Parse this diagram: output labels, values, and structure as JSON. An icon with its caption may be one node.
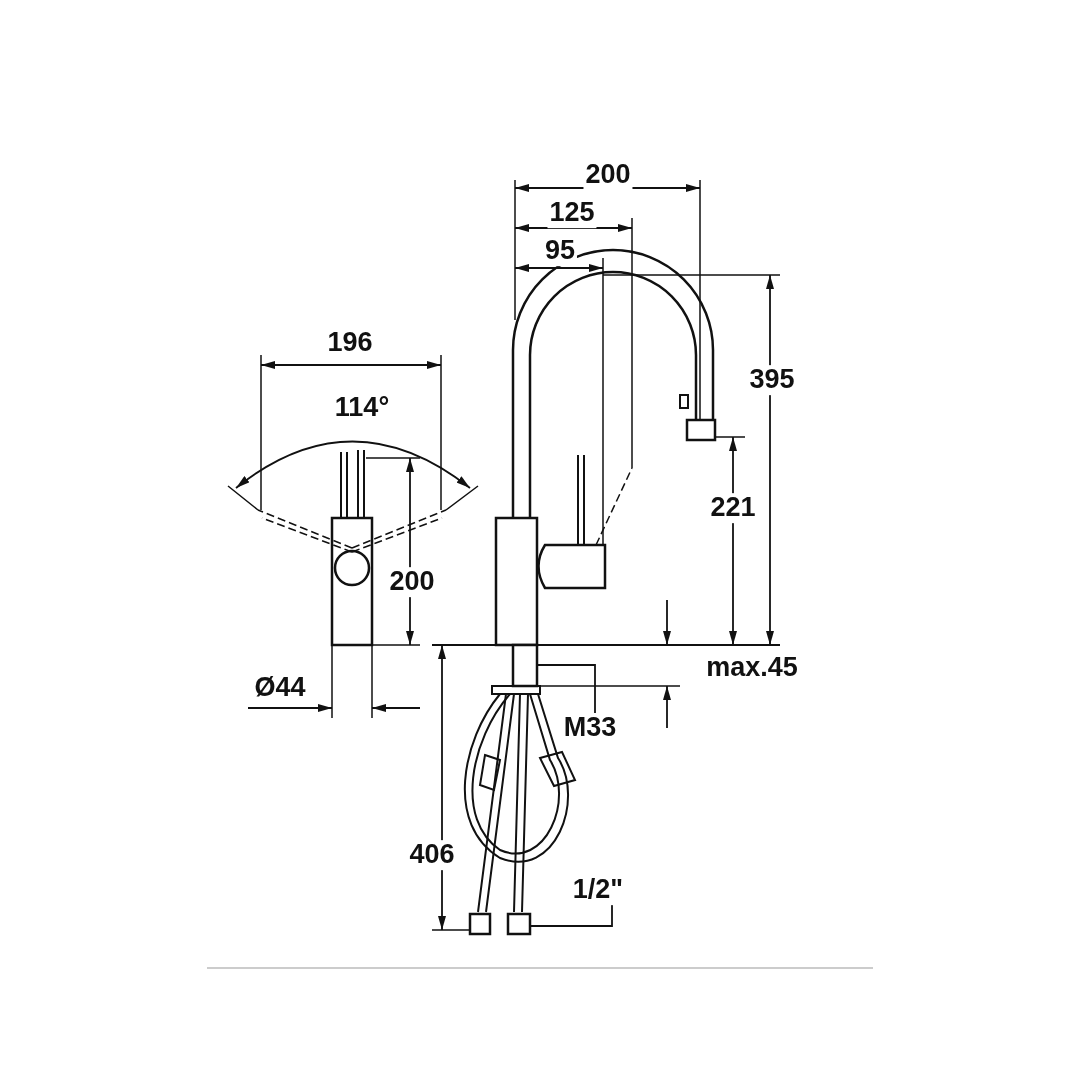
{
  "diagram": {
    "nodes": [
      {
        "text": [
          "M33"
        ]
      },
      {
        "text": [],
        "shape": "box"
      },
      {
        "text": [
          "1/2\""
        ]
      },
      {
        "text": [],
        "shape": "box"
      }
    ],
    "edges": [
      {
        "from": 0,
        "to": 1,
        "arrow": "none"
      },
      {
        "from": 2,
        "to": 3,
        "arrow": "none"
      }
    ],
    "labels": [
      "200",
      "125",
      "95",
      "196",
      "114°",
      "395",
      "221",
      "200",
      "max.45",
      "Ø44",
      "406"
    ]
  }
}
